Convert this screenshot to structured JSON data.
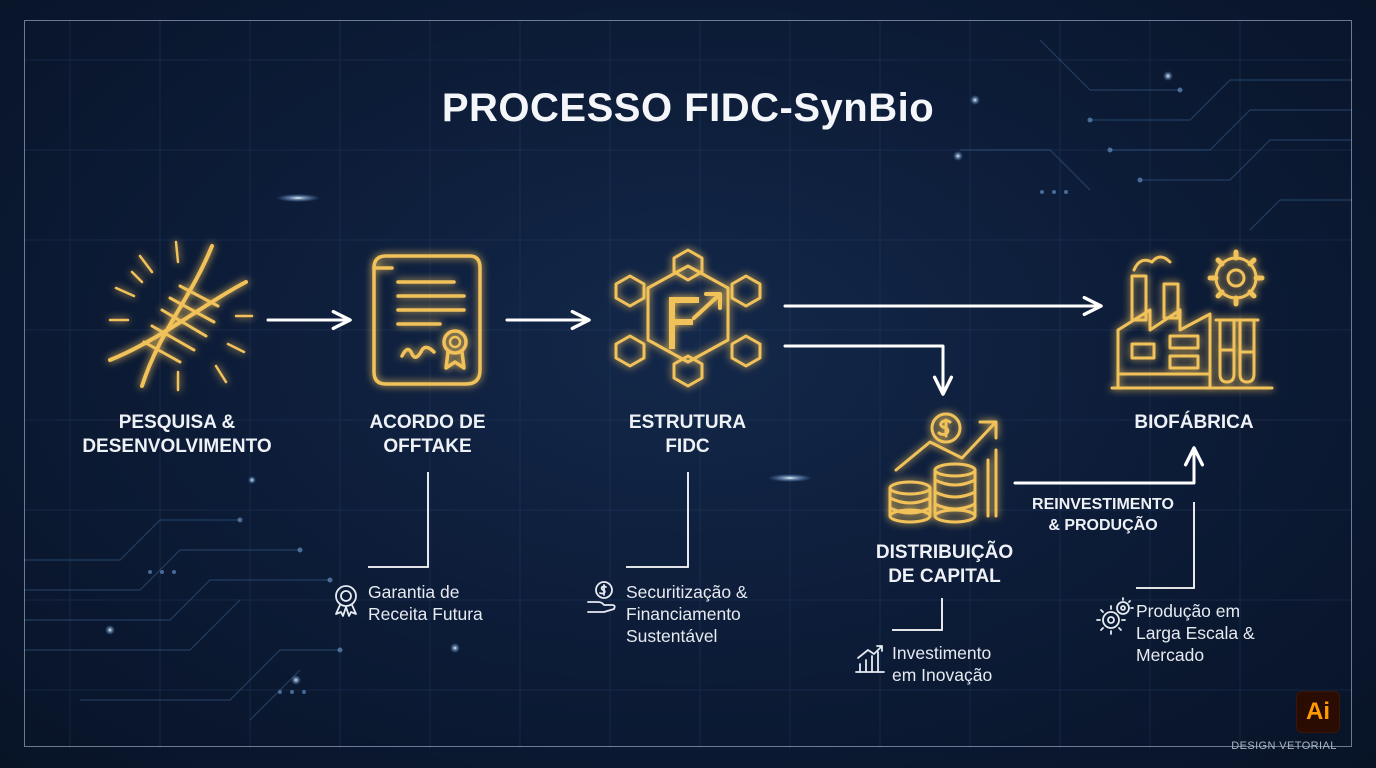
{
  "title": "PROCESSO FIDC-SynBio",
  "nodes": [
    {
      "id": "pesquisa",
      "label": "PESQUISA &\nDESENVOLVIMENTO",
      "icon": "dna-icon"
    },
    {
      "id": "acordo",
      "label": "ACORDO DE\nOFFTAKE",
      "icon": "contract-scroll-icon"
    },
    {
      "id": "fidc",
      "label": "ESTRUTURA\nFIDC",
      "icon": "fidc-network-icon"
    },
    {
      "id": "distribuicao",
      "label": "DISTRIBUIÇÃO\nDE CAPITAL",
      "icon": "coins-growth-icon"
    },
    {
      "id": "biofabrica",
      "label": "BIOFÁBRICA",
      "icon": "factory-gear-icon"
    }
  ],
  "flow_labels": {
    "reinvestimento": "REINVESTIMENTO\n& PRODUÇÃO"
  },
  "notes": [
    {
      "id": "garantia",
      "text": "Garantia de\nReceita Futura",
      "icon": "award-badge-icon"
    },
    {
      "id": "securitizacao",
      "text": "Securitização &\nFinanciamento\nSustentável",
      "icon": "hand-coin-icon"
    },
    {
      "id": "investimento",
      "text": "Investimento\nem Inovação",
      "icon": "bar-chart-icon"
    },
    {
      "id": "producao",
      "text": "Produção em\nLarga Escala &\nMercado",
      "icon": "gears-icon"
    }
  ],
  "branding": {
    "logo_text": "Ai",
    "footer": "DESIGN VETORIAL"
  },
  "colors": {
    "gold": "#f2c25a",
    "gold_glow": "#ffb020",
    "background": "#0c1b36",
    "line": "#ffffff",
    "logo_orange": "#ff9a00"
  }
}
